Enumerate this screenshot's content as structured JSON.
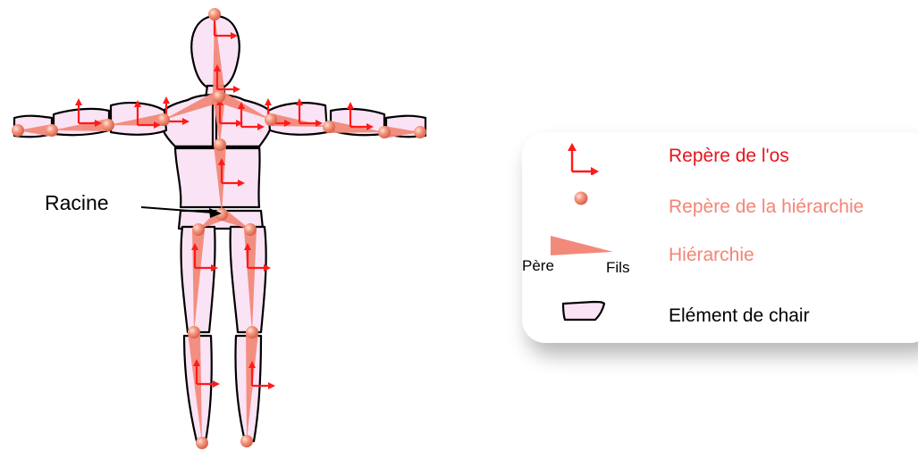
{
  "diagram": {
    "root_label": "Racine"
  },
  "legend": {
    "bone_frame": {
      "label": "Repère de l'os",
      "color": "#e8141c",
      "icon": "bone-frame-axes-icon"
    },
    "hierarchy_frame": {
      "label": "Repère de la hiérarchie",
      "color": "#f48474",
      "icon": "joint-sphere-icon"
    },
    "hierarchy": {
      "label": "Hiérarchie",
      "color": "#f48474",
      "parent_label": "Père",
      "child_label": "Fils",
      "icon": "hierarchy-wedge-icon"
    },
    "flesh": {
      "label": "Elément de chair",
      "color": "#000000",
      "icon": "flesh-element-icon"
    }
  },
  "colors": {
    "flesh_fill": "#fae3f5",
    "link": "#f28a7a",
    "axes": "#ff1a1a",
    "joint": "#f59a82"
  }
}
